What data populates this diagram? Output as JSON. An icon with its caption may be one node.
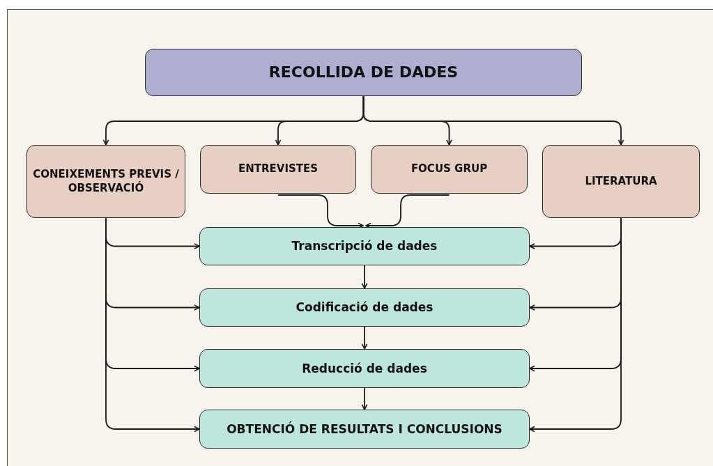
{
  "diagram": {
    "nodes": [
      {
        "text": [
          "RECOLLIDA DE DADES"
        ]
      },
      {
        "text": [
          "CONEIXEMENTS PREVIS / OBSERVACIÓ"
        ]
      },
      {
        "text": [
          "ENTREVISTES"
        ]
      },
      {
        "text": [
          "FOCUS GRUP"
        ]
      },
      {
        "text": [
          "LITERATURA"
        ]
      },
      {
        "text": [
          "Transcripció de dades"
        ]
      },
      {
        "text": [
          "Codificació de dades"
        ]
      },
      {
        "text": [
          "Reducció de dades"
        ]
      },
      {
        "text": [
          "OBTENCIÓ DE RESULTATS I CONCLUSIONS"
        ]
      }
    ],
    "edges": [
      {
        "from": 0,
        "to": 1,
        "arrow": "to"
      },
      {
        "from": 0,
        "to": 2,
        "arrow": "to"
      },
      {
        "from": 0,
        "to": 3,
        "arrow": "to"
      },
      {
        "from": 0,
        "to": 4,
        "arrow": "to"
      },
      {
        "from": 2,
        "to": 5,
        "arrow": "to"
      },
      {
        "from": 3,
        "to": 5,
        "arrow": "to"
      },
      {
        "from": 1,
        "to": 5,
        "arrow": "to"
      },
      {
        "from": 1,
        "to": 6,
        "arrow": "to"
      },
      {
        "from": 1,
        "to": 7,
        "arrow": "to"
      },
      {
        "from": 1,
        "to": 8,
        "arrow": "to"
      },
      {
        "from": 4,
        "to": 5,
        "arrow": "to"
      },
      {
        "from": 4,
        "to": 6,
        "arrow": "to"
      },
      {
        "from": 4,
        "to": 7,
        "arrow": "to"
      },
      {
        "from": 4,
        "to": 8,
        "arrow": "to"
      },
      {
        "from": 5,
        "to": 6,
        "arrow": "to"
      },
      {
        "from": 6,
        "to": 7,
        "arrow": "to"
      },
      {
        "from": 7,
        "to": 8,
        "arrow": "to"
      }
    ]
  }
}
